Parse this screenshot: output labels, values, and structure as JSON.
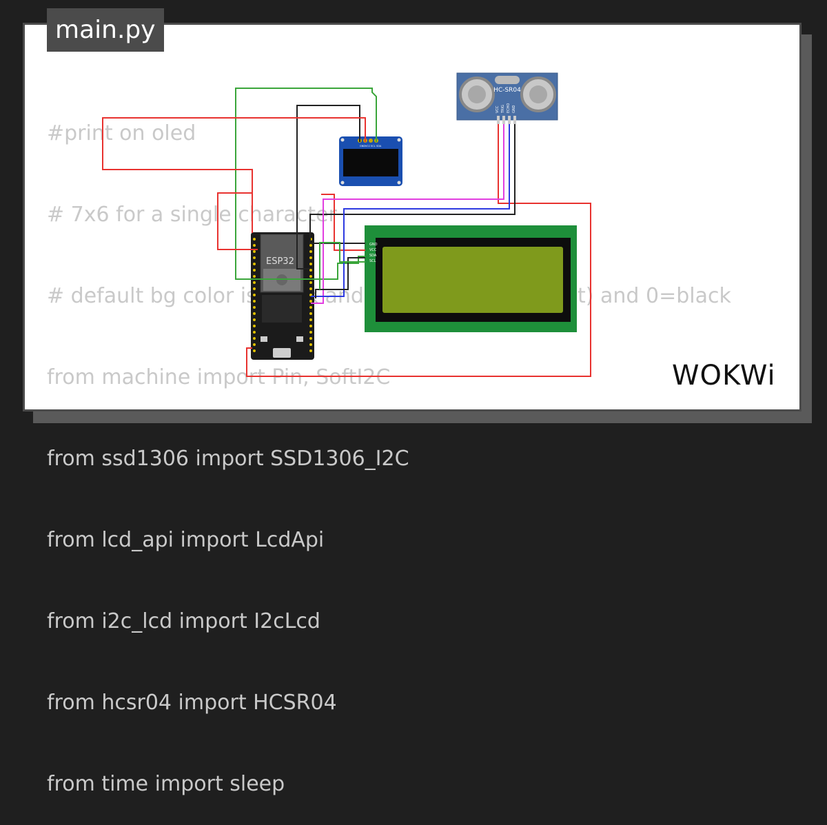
{
  "tab": {
    "filename": "main.py"
  },
  "code_lines": [
    "#print on oled",
    "# 7x6 for a single character",
    "# default bg color is black and text 1=white(default) and 0=black",
    "from machine import Pin, SoftI2C",
    "from ssd1306 import SSD1306_I2C",
    "from lcd_api import LcdApi",
    "from i2c_lcd import I2cLcd",
    "from hcsr04 import HCSR04",
    "from time import sleep"
  ],
  "components": {
    "mcu_label": "ESP32",
    "ultrasonic_label": "HC-SR04",
    "ultrasonic_pins": [
      "VCC",
      "TRIG",
      "ECHO",
      "GND"
    ],
    "oled_pins": [
      "GND",
      "VCC",
      "SCL",
      "SDA"
    ],
    "lcd_pins": [
      "GND",
      "VCC",
      "SDA",
      "SCL"
    ]
  },
  "brand": {
    "logo_text": "WOKWi"
  },
  "colors": {
    "wire_red": "#e8322f",
    "wire_green": "#3aa53a",
    "wire_black": "#222222",
    "wire_blue": "#2d3ae0",
    "wire_magenta": "#e23ee0",
    "lcd_board": "#1e8f3a",
    "lcd_screen": "#7f9a1c",
    "sensor_board": "#4a6fa5",
    "oled_board": "#1a4fb0"
  }
}
